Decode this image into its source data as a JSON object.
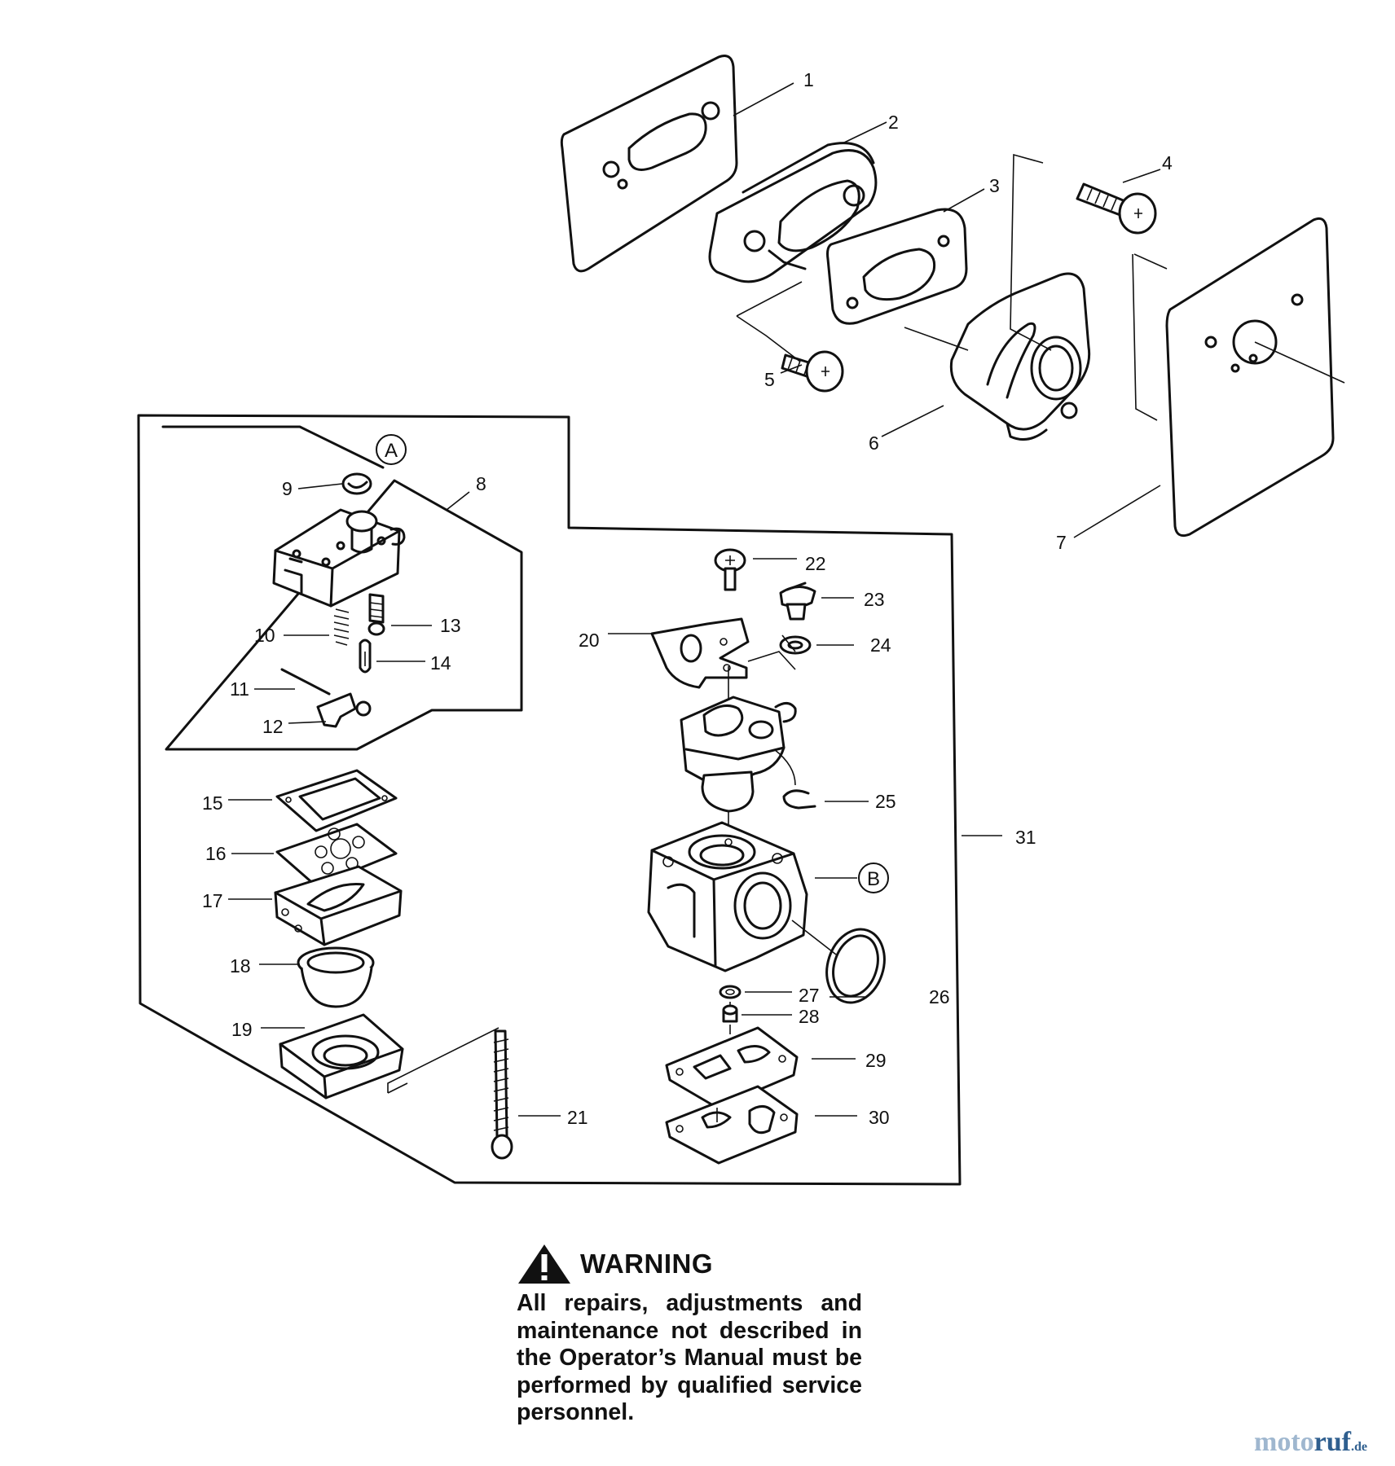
{
  "parts": [
    {
      "num": "1"
    },
    {
      "num": "2"
    },
    {
      "num": "3"
    },
    {
      "num": "4"
    },
    {
      "num": "5"
    },
    {
      "num": "6"
    },
    {
      "num": "7"
    },
    {
      "num": "8"
    },
    {
      "num": "9"
    },
    {
      "num": "10"
    },
    {
      "num": "11"
    },
    {
      "num": "12"
    },
    {
      "num": "13"
    },
    {
      "num": "14"
    },
    {
      "num": "15"
    },
    {
      "num": "16"
    },
    {
      "num": "17"
    },
    {
      "num": "18"
    },
    {
      "num": "19"
    },
    {
      "num": "20"
    },
    {
      "num": "21"
    },
    {
      "num": "22"
    },
    {
      "num": "23"
    },
    {
      "num": "24"
    },
    {
      "num": "25"
    },
    {
      "num": "26"
    },
    {
      "num": "27"
    },
    {
      "num": "28"
    },
    {
      "num": "29"
    },
    {
      "num": "30"
    },
    {
      "num": "31"
    }
  ],
  "refs": {
    "a": "A",
    "b": "B"
  },
  "warning": {
    "title": "WARNING",
    "body": "All repairs, adjustments and maintenance not described in the Operator’s Manual must be performed by qualified service personnel."
  },
  "watermark": {
    "name_a": "moto",
    "name_b": "ruf",
    "tld": ".de"
  }
}
